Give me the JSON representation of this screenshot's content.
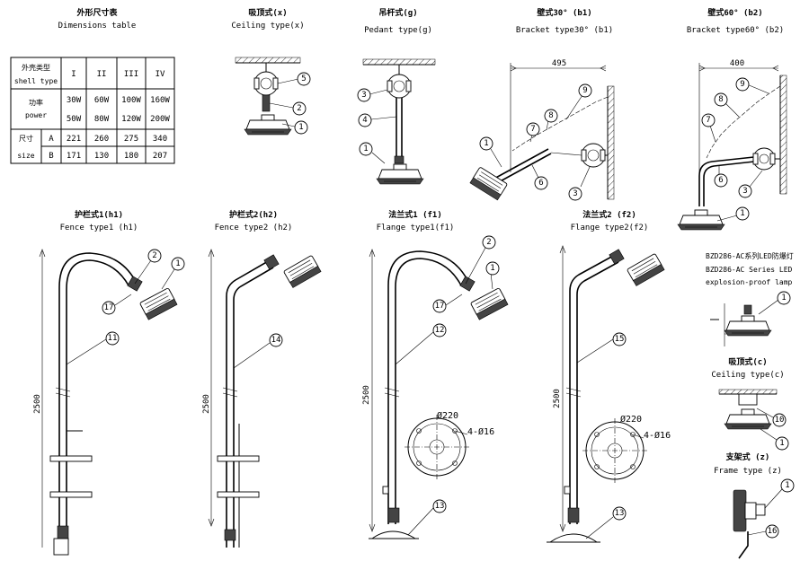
{
  "table": {
    "title_cn": "外形尺寸表",
    "title_en": "Dimensions table",
    "header_cn": "外壳类型",
    "header_en": "shell type",
    "types": [
      "I",
      "II",
      "III",
      "IV"
    ],
    "power_cn": "功率",
    "power_en": "power",
    "power_row1": [
      "30W",
      "60W",
      "100W",
      "160W"
    ],
    "power_row2": [
      "50W",
      "80W",
      "120W",
      "200W"
    ],
    "size_cn": "尺寸",
    "size_en": "size",
    "row_a_label": "A",
    "row_a": [
      "221",
      "260",
      "275",
      "340"
    ],
    "row_b_label": "B",
    "row_b": [
      "171",
      "130",
      "180",
      "207"
    ]
  },
  "views": {
    "ceiling": {
      "title_cn": "吸顶式(x)",
      "title_en": "Ceiling type(x)"
    },
    "pendant": {
      "title_cn": "吊杆式(g)",
      "title_en": "Pedant type(g)"
    },
    "bracket30": {
      "title_cn": "壁式30° (b1)",
      "title_en": "Bracket type30° (b1)",
      "dim": "495"
    },
    "bracket60": {
      "title_cn": "壁式60° (b2)",
      "title_en": "Bracket type60° (b2)",
      "dim": "400"
    },
    "fence1": {
      "title_cn": "护栏式1(h1)",
      "title_en": "Fence type1 (h1)",
      "height": "2500"
    },
    "fence2": {
      "title_cn": "护栏式2(h2)",
      "title_en": "Fence type2 (h2)",
      "height": "2500"
    },
    "flange1": {
      "title_cn": "法兰式1 (f1)",
      "title_en": "Flange type1(f1)",
      "height": "2500",
      "diameter": "Ø220",
      "holes": "4-Ø16"
    },
    "flange2": {
      "title_cn": "法兰式2 (f2)",
      "title_en": "Flange type2(f2)",
      "height": "2500",
      "diameter": "Ø220",
      "holes": "4-Ø16"
    },
    "series": {
      "line1": "BZD286-AC系列LED防爆灯",
      "line2": "BZD286-AC Series LED",
      "line3": "explosion-proof lamp"
    },
    "ceiling_c": {
      "title_cn": "吸顶式(c)",
      "title_en": "Ceiling type(c)"
    },
    "frame": {
      "title_cn": "支架式 (z)",
      "title_en": "Frame type (z)"
    }
  },
  "callouts": [
    "1",
    "2",
    "3",
    "4",
    "5",
    "6",
    "7",
    "8",
    "9",
    "10",
    "11",
    "12",
    "13",
    "14",
    "15",
    "16",
    "17"
  ]
}
